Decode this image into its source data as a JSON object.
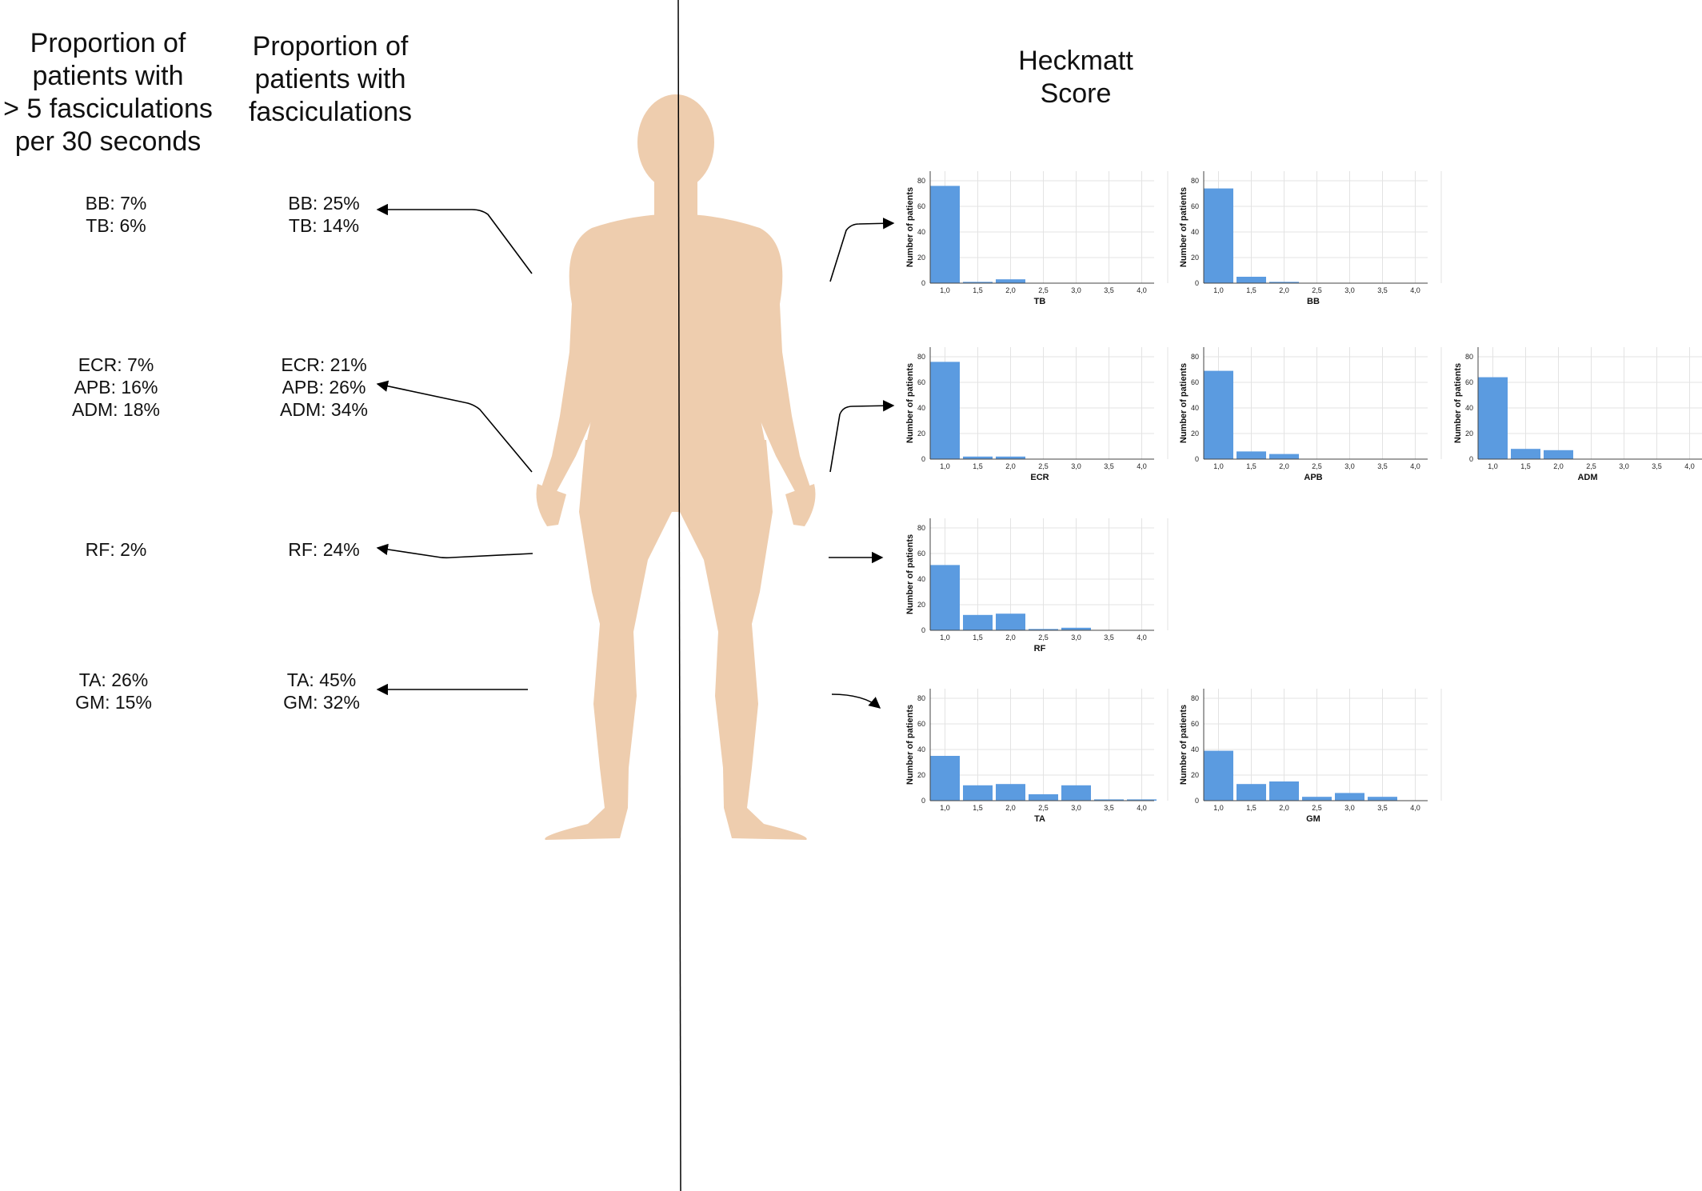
{
  "left_header": [
    "Proportion of",
    "patients with",
    "> 5 fasciculations",
    "per 30 seconds"
  ],
  "mid_header": [
    "Proportion of",
    "patients with",
    "fasciculations"
  ],
  "right_header": [
    "Heckmatt",
    "Score"
  ],
  "groups": [
    {
      "gt5": [
        "BB: 7%",
        "TB: 6%"
      ],
      "any": [
        "BB: 25%",
        "TB: 14%"
      ]
    },
    {
      "gt5": [
        "ECR: 7%",
        "APB: 16%",
        "ADM: 18%"
      ],
      "any": [
        "ECR: 21%",
        "APB: 26%",
        "ADM: 34%"
      ]
    },
    {
      "gt5": [
        "RF: 2%"
      ],
      "any": [
        "RF: 24%"
      ]
    },
    {
      "gt5": [
        "TA: 26%",
        "GM: 15%"
      ],
      "any": [
        "TA: 45%",
        "GM: 32%"
      ]
    }
  ],
  "colors": {
    "body": "#EECDAE",
    "bar": "#5B9BE0",
    "grid": "#e3e3e3"
  },
  "chart_data": [
    {
      "type": "bar",
      "title": "",
      "xlabel": "TB",
      "ylabel": "Number of patients",
      "ylim": [
        0,
        85
      ],
      "yticks": [
        0,
        20,
        40,
        60,
        80
      ],
      "categories": [
        "1,0",
        "1,5",
        "2,0",
        "2,5",
        "3,0",
        "3,5",
        "4,0"
      ],
      "values": [
        76,
        1,
        3,
        0,
        0,
        0,
        0
      ]
    },
    {
      "type": "bar",
      "title": "",
      "xlabel": "BB",
      "ylabel": "Number of patients",
      "ylim": [
        0,
        85
      ],
      "yticks": [
        0,
        20,
        40,
        60,
        80
      ],
      "categories": [
        "1,0",
        "1,5",
        "2,0",
        "2,5",
        "3,0",
        "3,5",
        "4,0"
      ],
      "values": [
        74,
        5,
        1,
        0,
        0,
        0,
        0
      ]
    },
    {
      "type": "bar",
      "title": "",
      "xlabel": "ECR",
      "ylabel": "Number of patients",
      "ylim": [
        0,
        85
      ],
      "yticks": [
        0,
        20,
        40,
        60,
        80
      ],
      "categories": [
        "1,0",
        "1,5",
        "2,0",
        "2,5",
        "3,0",
        "3,5",
        "4,0"
      ],
      "values": [
        76,
        2,
        2,
        0,
        0,
        0,
        0
      ]
    },
    {
      "type": "bar",
      "title": "",
      "xlabel": "APB",
      "ylabel": "Number of patients",
      "ylim": [
        0,
        85
      ],
      "yticks": [
        0,
        20,
        40,
        60,
        80
      ],
      "categories": [
        "1,0",
        "1,5",
        "2,0",
        "2,5",
        "3,0",
        "3,5",
        "4,0"
      ],
      "values": [
        69,
        6,
        4,
        0,
        0,
        0,
        0
      ]
    },
    {
      "type": "bar",
      "title": "",
      "xlabel": "ADM",
      "ylabel": "Number of patients",
      "ylim": [
        0,
        85
      ],
      "yticks": [
        0,
        20,
        40,
        60,
        80
      ],
      "categories": [
        "1,0",
        "1,5",
        "2,0",
        "2,5",
        "3,0",
        "3,5",
        "4,0"
      ],
      "values": [
        64,
        8,
        7,
        0,
        0,
        0,
        0
      ]
    },
    {
      "type": "bar",
      "title": "",
      "xlabel": "RF",
      "ylabel": "Number of patients",
      "ylim": [
        0,
        85
      ],
      "yticks": [
        0,
        20,
        40,
        60,
        80
      ],
      "categories": [
        "1,0",
        "1,5",
        "2,0",
        "2,5",
        "3,0",
        "3,5",
        "4,0"
      ],
      "values": [
        51,
        12,
        13,
        1,
        2,
        0,
        0
      ]
    },
    {
      "type": "bar",
      "title": "",
      "xlabel": "TA",
      "ylabel": "Number of patients",
      "ylim": [
        0,
        85
      ],
      "yticks": [
        0,
        20,
        40,
        60,
        80
      ],
      "categories": [
        "1,0",
        "1,5",
        "2,0",
        "2,5",
        "3,0",
        "3,5",
        "4,0"
      ],
      "values": [
        35,
        12,
        13,
        5,
        12,
        1,
        1
      ]
    },
    {
      "type": "bar",
      "title": "",
      "xlabel": "GM",
      "ylabel": "Number of patients",
      "ylim": [
        0,
        85
      ],
      "yticks": [
        0,
        20,
        40,
        60,
        80
      ],
      "categories": [
        "1,0",
        "1,5",
        "2,0",
        "2,5",
        "3,0",
        "3,5",
        "4,0"
      ],
      "values": [
        39,
        13,
        15,
        3,
        6,
        3,
        0
      ]
    }
  ]
}
